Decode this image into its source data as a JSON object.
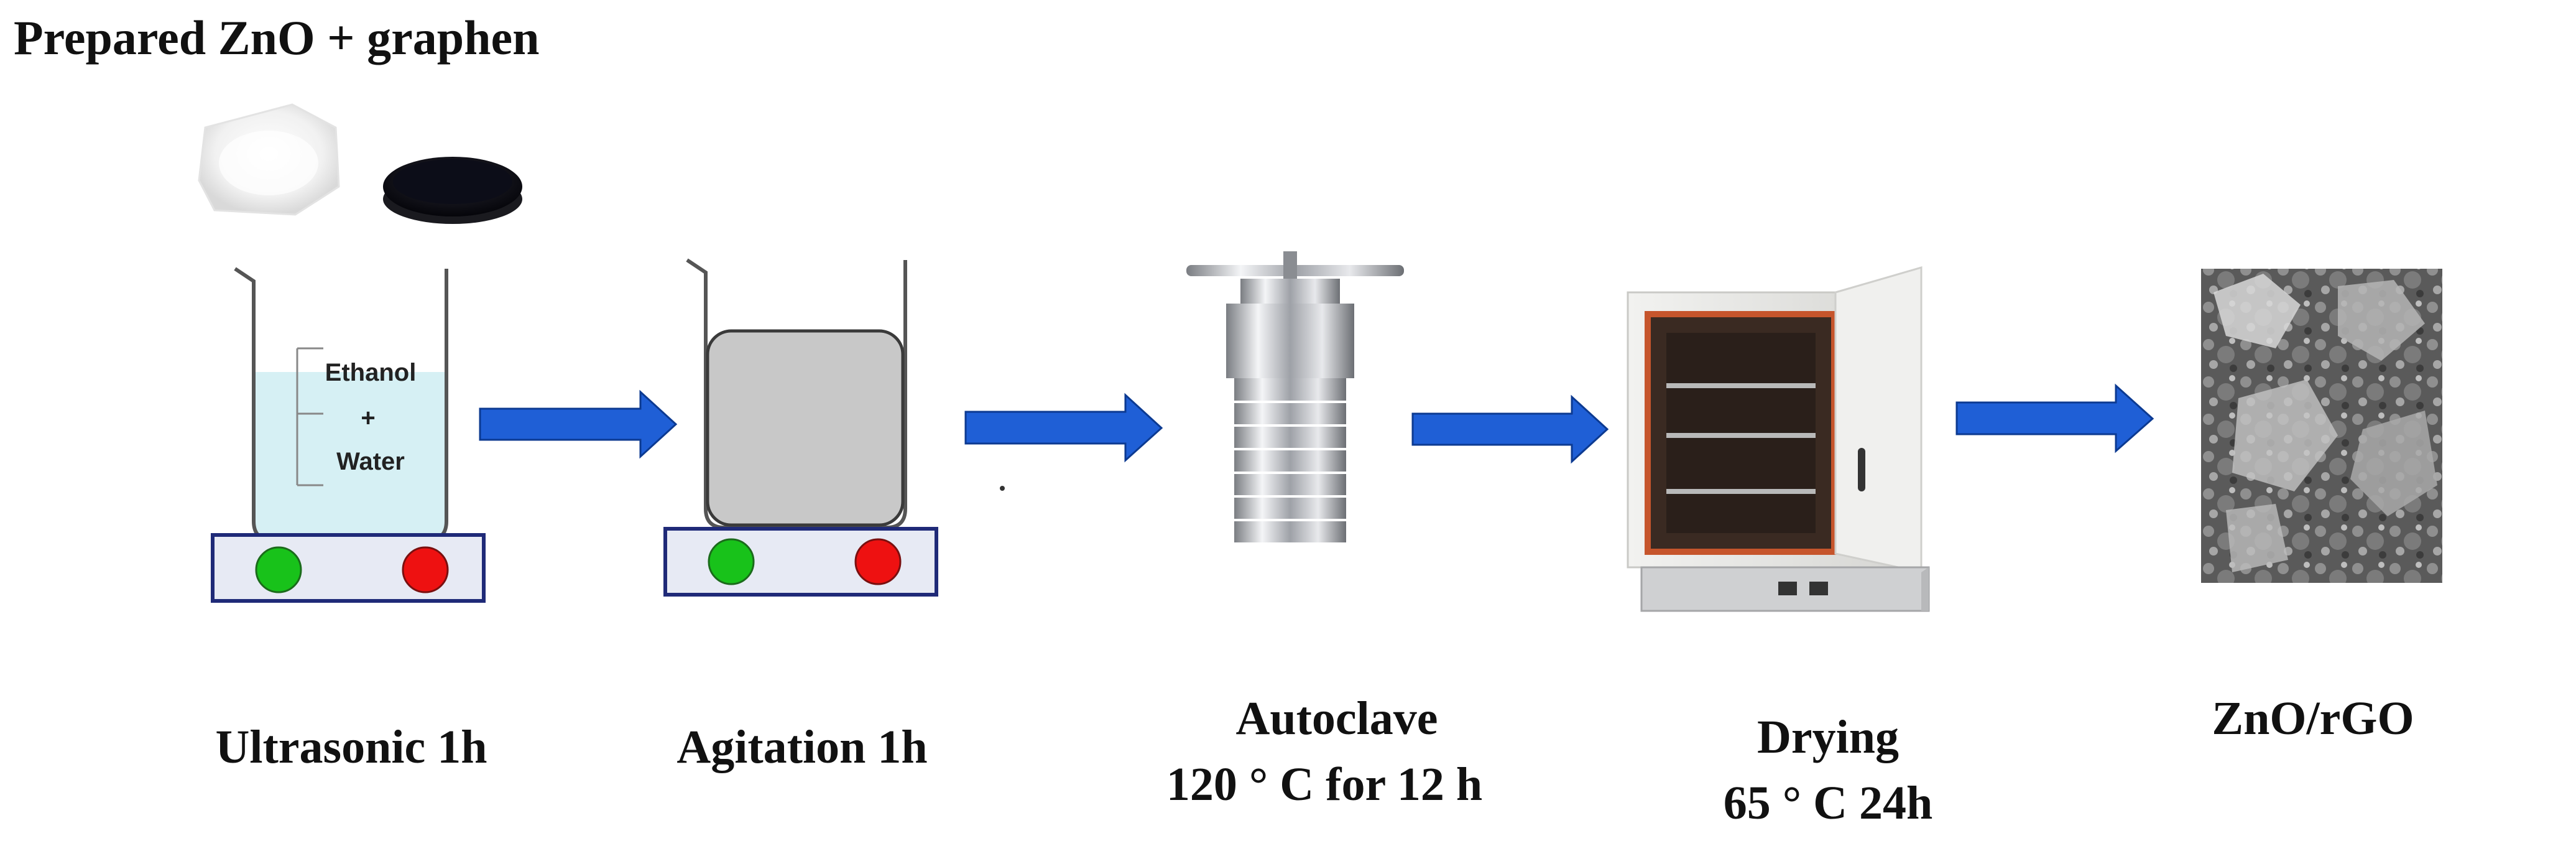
{
  "title": "Prepared ZnO +   graphen",
  "beaker_text": {
    "line1": "Ethanol",
    "line2": "+",
    "line3": "Water"
  },
  "steps": [
    {
      "line1": "Ultrasonic 1h",
      "line2": ""
    },
    {
      "line1": "Agitation 1h",
      "line2": ""
    },
    {
      "line1": "Autoclave",
      "line2": "120 ° C for 12 h"
    },
    {
      "line1": "Drying",
      "line2": "65 ° C 24h"
    },
    {
      "line1": "ZnO/rGO",
      "line2": ""
    }
  ],
  "colors": {
    "arrow": "#1f5fd6",
    "water": "#d6f0f4",
    "gray_fill": "#c8c8c8",
    "stirrer_plate": "#e7eaf4",
    "stirrer_border": "#1f2a78",
    "button_green": "#18c21a",
    "button_red": "#ee1111"
  },
  "icons": {
    "white_powder": "zno-powder-icon",
    "black_powder": "graphene-powder-icon",
    "beaker": "beaker-icon",
    "stirrer": "magnetic-stirrer-icon",
    "autoclave": "autoclave-icon",
    "oven": "drying-oven-icon",
    "sem": "sem-image-icon",
    "arrow": "flow-arrow-icon"
  }
}
